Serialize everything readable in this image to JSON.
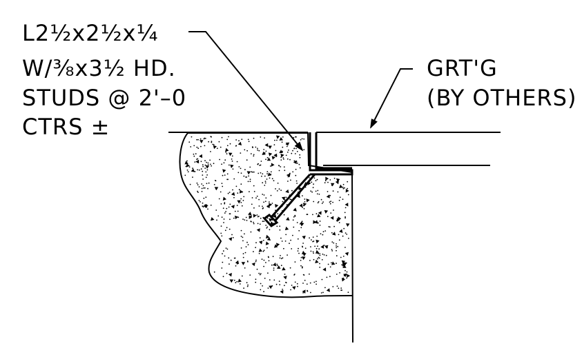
{
  "detail": {
    "left_callout": [
      "L2½x2½x¼",
      "W/⅜x3½ HD.",
      "STUDS @ 2'–0",
      "CTRS ±"
    ],
    "right_callout": [
      "GRT'G",
      "(BY OTHERS)"
    ]
  }
}
